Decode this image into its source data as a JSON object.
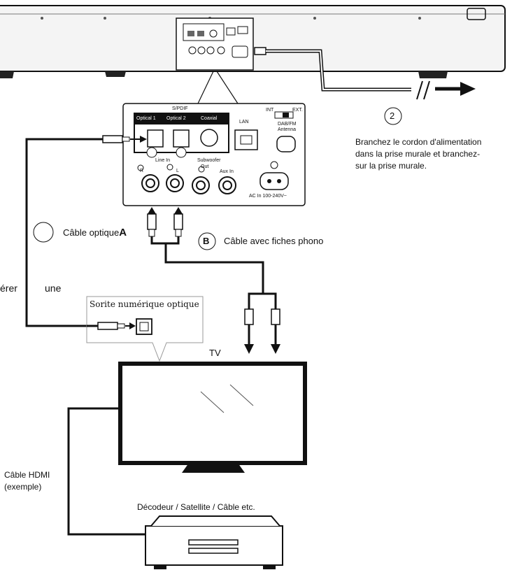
{
  "panel": {
    "spdif": "S/PDIF",
    "optical1": "Optical 1",
    "optical2": "Optical 2",
    "coaxial": "Coaxial",
    "lan": "LAN",
    "int": "INT",
    "ext": "EXT.",
    "antenna_line1": "DAB/FM",
    "antenna_line2": "Antenna",
    "line_in": "Line In",
    "line_in_r": "R",
    "line_in_l": "L",
    "subwoofer_line1": "Subwoofer",
    "subwoofer_line2": "Out",
    "aux_in": "Aux In",
    "ac_in": "AC In 100-240V~"
  },
  "labels": {
    "cable_a": "Câble optique",
    "cable_a_letter": "A",
    "cable_b_badge": "B",
    "cable_b": "Câble avec fiches phono",
    "step2_badge": "2",
    "step2_line1": "Branchez le cordon d'alimentation",
    "step2_line2": "dans la prise murale et branchez-",
    "step2_line3": "sur la prise murale.",
    "left_frag1": "érer",
    "left_frag2": "une",
    "optical_out": "Sorite numérique optique",
    "tv": "TV",
    "hdmi_line1": "Câble HDMI",
    "hdmi_line2": "(exemple)",
    "decoder": "Décodeur / Satellite / Câble etc."
  },
  "colors": {
    "line": "#111111",
    "panel_fill": "#ffffff",
    "soundbar_fill": "#f4f4f4",
    "callout_stroke": "#999999"
  }
}
